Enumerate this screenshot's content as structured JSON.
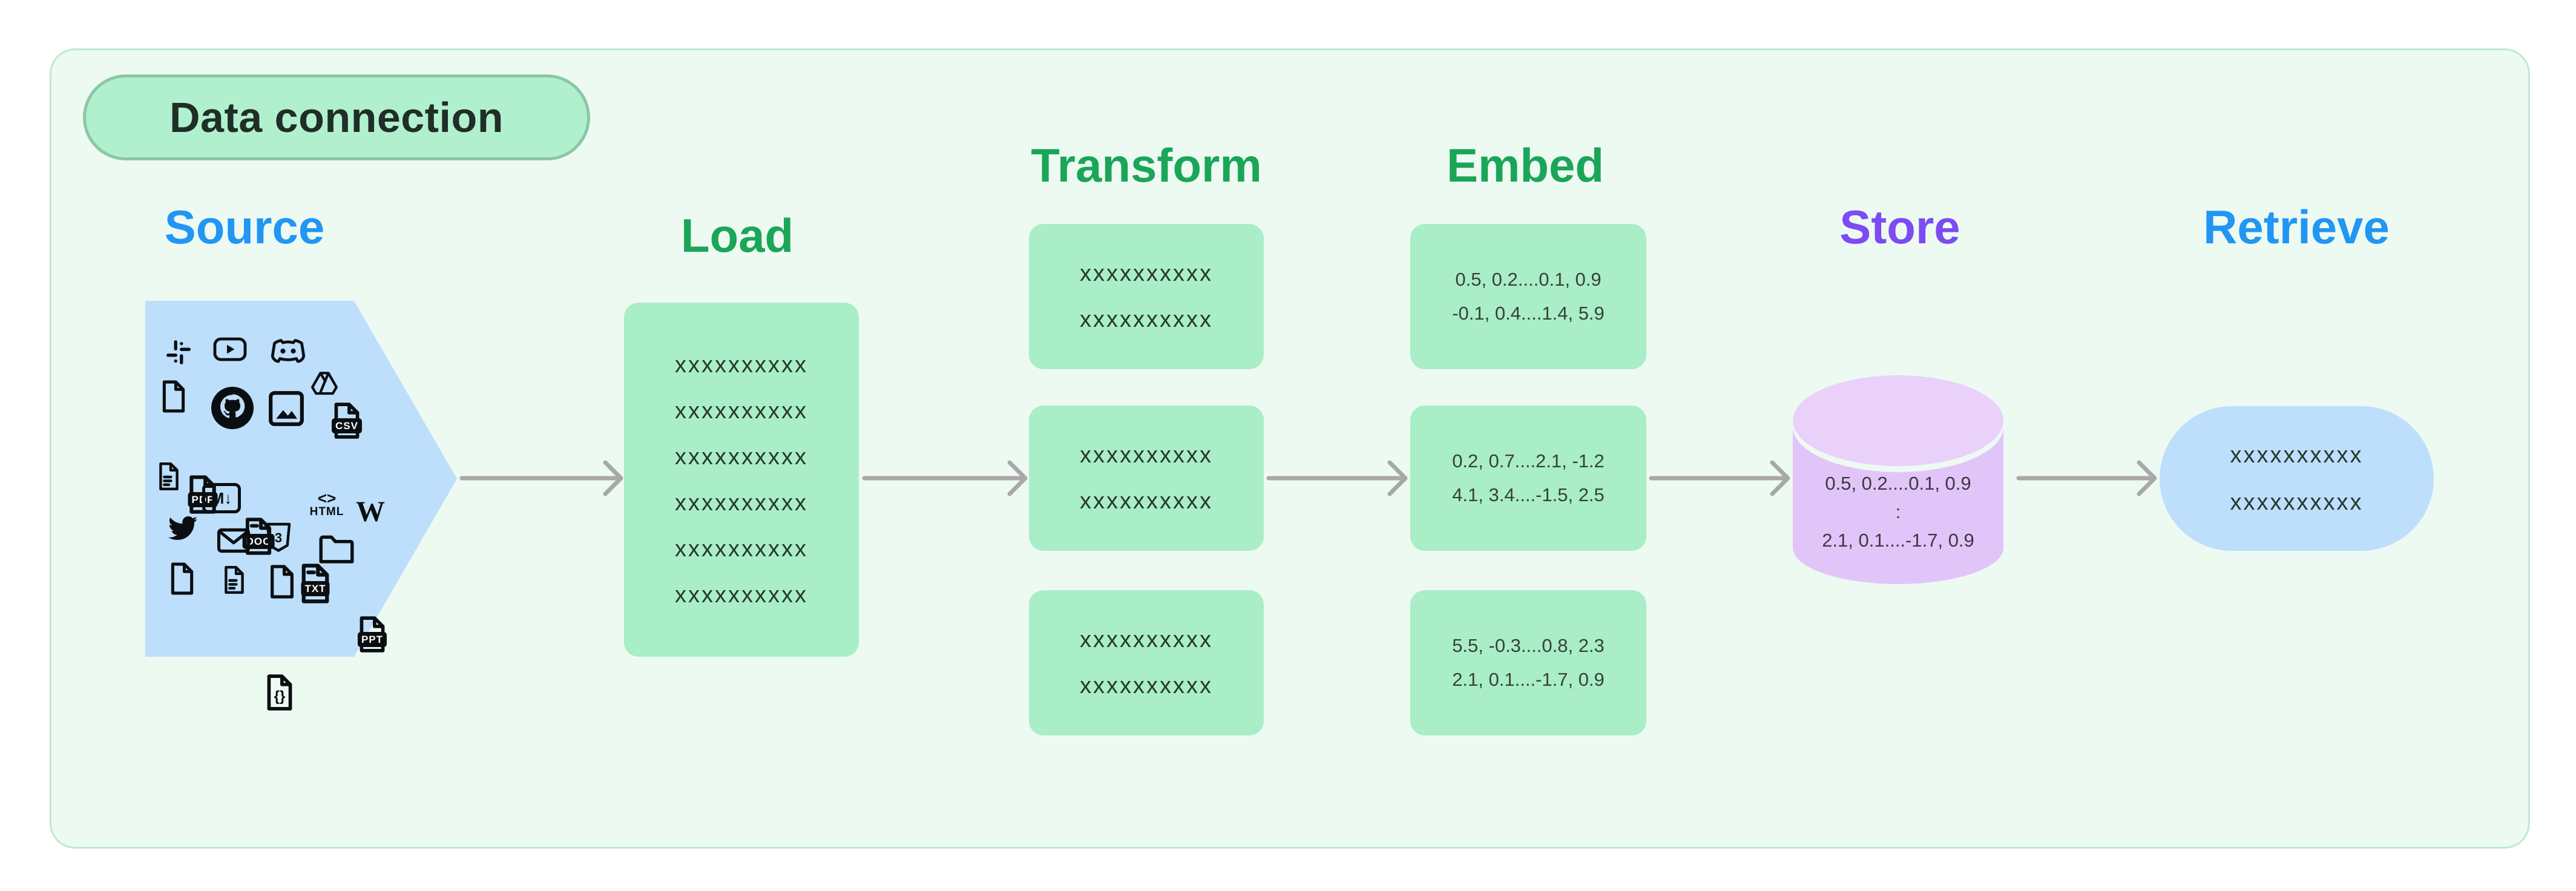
{
  "badge": {
    "label": "Data connection"
  },
  "stages": {
    "source": {
      "title": "Source"
    },
    "load": {
      "title": "Load",
      "lines": [
        "xxxxxxxxxx",
        "xxxxxxxxxx",
        "xxxxxxxxxx",
        "xxxxxxxxxx",
        "xxxxxxxxxx",
        "xxxxxxxxxx"
      ]
    },
    "transform": {
      "title": "Transform",
      "boxes": [
        [
          "xxxxxxxxxx",
          "xxxxxxxxxx"
        ],
        [
          "xxxxxxxxxx",
          "xxxxxxxxxx"
        ],
        [
          "xxxxxxxxxx",
          "xxxxxxxxxx"
        ]
      ]
    },
    "embed": {
      "title": "Embed",
      "boxes": [
        [
          "0.5, 0.2....0.1, 0.9",
          "-0.1, 0.4....1.4, 5.9"
        ],
        [
          "0.2, 0.7....2.1, -1.2",
          "4.1, 3.4....-1.5, 2.5"
        ],
        [
          "5.5, -0.3....0.8, 2.3",
          "2.1, 0.1....-1.7, 0.9"
        ]
      ]
    },
    "store": {
      "title": "Store",
      "lines": [
        "0.5, 0.2....0.1, 0.9",
        ":",
        "2.1, 0.1....-1.7, 0.9"
      ]
    },
    "retrieve": {
      "title": "Retrieve",
      "lines": [
        "xxxxxxxxxx",
        "xxxxxxxxxx"
      ]
    }
  },
  "source_icons": {
    "labels": {
      "csv": "CSV",
      "pdf": "PDF",
      "doc": "DOC",
      "txt": "TXT",
      "ppt": "PPT",
      "markdown": "M↓",
      "code": "{}",
      "html_tag": "<>",
      "html_word": "HTML",
      "wikipedia": "W",
      "css": "3"
    },
    "names": [
      "slack-icon",
      "youtube-icon",
      "discord-icon",
      "file-icon",
      "github-icon",
      "image-icon",
      "google-drive-icon",
      "csv-file-icon",
      "note-file-icon",
      "pdf-file-icon",
      "doc-file-icon",
      "txt-file-icon",
      "ppt-file-icon",
      "markdown-icon",
      "code-file-icon",
      "html-icon",
      "wikipedia-icon",
      "twitter-icon",
      "mail-icon",
      "css3-icon",
      "folder-icon",
      "file-icon",
      "note-file-icon",
      "file-icon"
    ]
  },
  "colors": {
    "panel_bg": "#edfaf2",
    "panel_border": "#bfe9cf",
    "badge_bg": "#b1f0ce",
    "badge_border": "#8cc7a3",
    "badge_text": "#1f2e26",
    "green_box": "#a9eec6",
    "blue_shape": "#bddffb",
    "cylinder_body": "#e2c5f8",
    "cylinder_top": "#e9d1fa",
    "header_green": "#1ba558",
    "header_blue": "#2196f3",
    "header_purple": "#7d4bf3",
    "arrow": "#a8a8a8"
  }
}
